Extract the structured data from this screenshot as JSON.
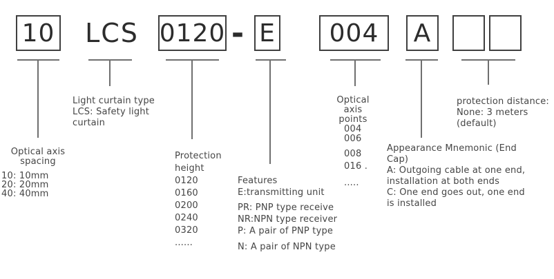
{
  "colors": {
    "text": "#454545",
    "box_border": "#3f3f3f",
    "connector_line": "#6f6f6f",
    "background": "#ffffff"
  },
  "model": {
    "seg_spacing": "10",
    "seg_series": "LCS",
    "seg_height": "0120",
    "separator": "-",
    "seg_feature": "E",
    "seg_points": "004",
    "seg_end_cap": "A",
    "seg_blank_1": "",
    "seg_blank_2": ""
  },
  "spacing_block": {
    "heading1": "Optical axis",
    "heading2": "spacing",
    "items": [
      "10: 10mm",
      "20: 20mm",
      "40: 40mm"
    ]
  },
  "type_block": {
    "lines": [
      "Light curtain type",
      "LCS: Safety light",
      "curtain"
    ]
  },
  "height_block": {
    "heading1": "Protection",
    "heading2": "height",
    "items": [
      "0120",
      "0160",
      "0200",
      "0240",
      "0320",
      "......"
    ]
  },
  "features_block": {
    "title": "Features",
    "items": [
      "E:transmitting unit",
      "PR: PNP type receive",
      "NR:NPN type receiver",
      "P: A pair of PNP type",
      "N: A pair of NPN type"
    ]
  },
  "points_block": {
    "heading1": "Optical axis",
    "heading2": "points",
    "items": [
      "004",
      "006",
      "008",
      "016 .",
      "....."
    ]
  },
  "appearance_block": {
    "lines": [
      "Appearance Mnemonic (End",
      "Cap)",
      "A: Outgoing cable at one end,",
      "installation at both ends",
      "C: One end goes out, one end",
      "is installed"
    ]
  },
  "distance_block": {
    "lines": [
      "protection distance:",
      "None: 3 meters",
      "(default)"
    ]
  }
}
